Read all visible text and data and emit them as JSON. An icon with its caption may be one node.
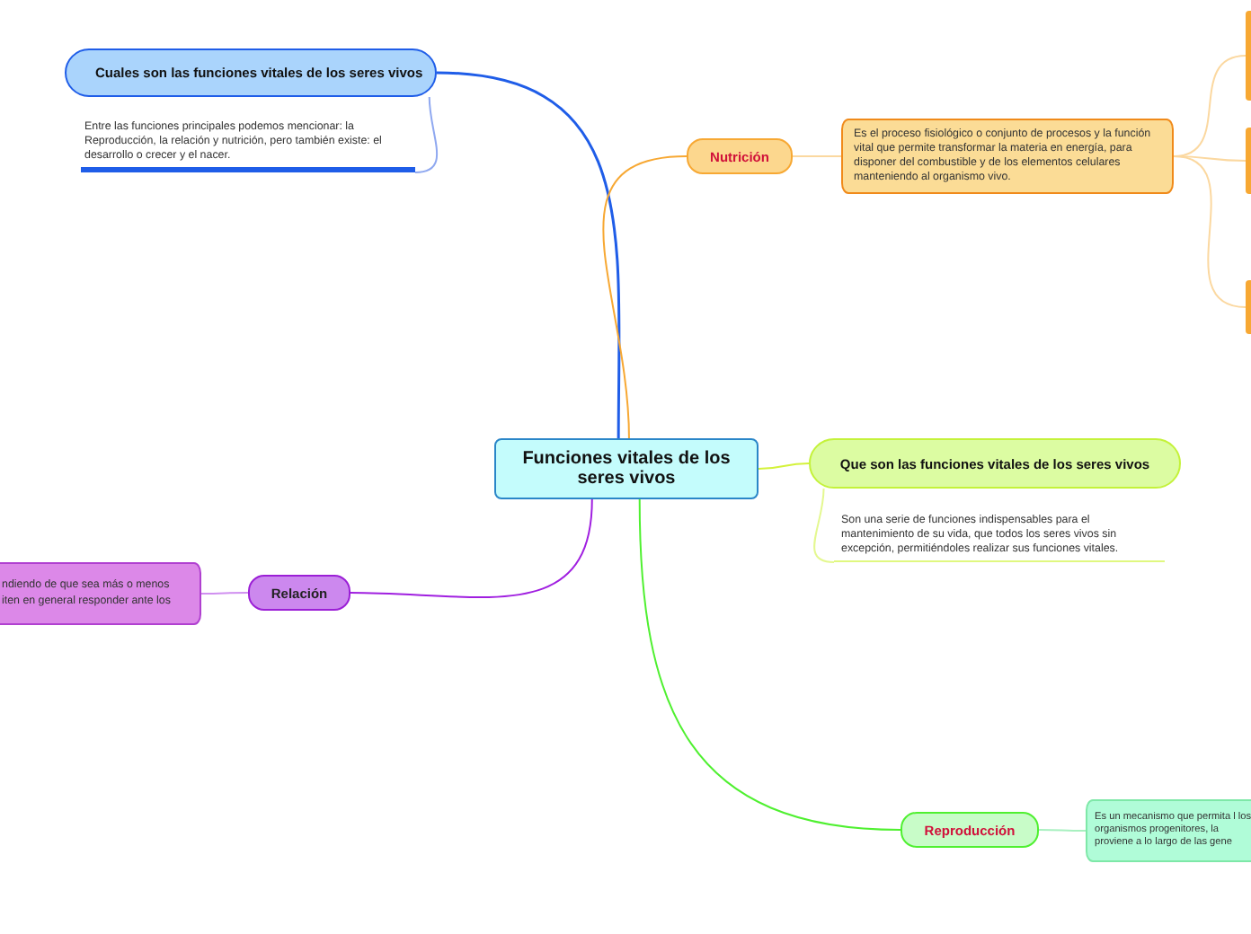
{
  "diagram": {
    "nodes": [
      {
        "text": [
          "Funciones vitales de los seres vivos"
        ]
      },
      {
        "text": [
          "Cuales son las funciones vitales de los seres vivos"
        ]
      },
      {
        "text": [
          "Entre las funciones principales podemos mencionar: la Reproducción, la relación y nutrición, pero también existe: el desarrollo o crecer y el nacer."
        ]
      },
      {
        "text": [
          "Nutrición"
        ]
      },
      {
        "text": [
          "Es el proceso fisiológico o conjunto de procesos y la función vital que permite transformar la materia en energía, para disponer del combustible y de los elementos celulares manteniendo al organismo vivo."
        ]
      },
      {
        "text": [],
        "shape": "bar"
      },
      {
        "text": [],
        "shape": "bar"
      },
      {
        "text": [],
        "shape": "bar"
      },
      {
        "text": [
          "Que son las funciones vitales de los seres vivos"
        ]
      },
      {
        "text": [
          "Son una serie de funciones indispensables para el mantenimiento de su vida, que todos los seres vivos sin excepción, permitiéndoles realizar sus funciones vitales."
        ]
      },
      {
        "text": [
          "Relación"
        ]
      },
      {
        "text": [
          "ndiendo de que sea más o menos iten en general responder ante los"
        ]
      },
      {
        "text": [
          "Reproducción"
        ]
      },
      {
        "text": [
          "Es un mecanismo que permita l los organismos progenitores, la proviene a lo largo de las gene"
        ]
      }
    ],
    "edges": [
      {
        "from": 0,
        "to": 1,
        "arrow": "none",
        "color": "#1f5de8"
      },
      {
        "from": 1,
        "to": 2,
        "arrow": "none",
        "color": "#8fa8f0"
      },
      {
        "from": 0,
        "to": 3,
        "arrow": "none",
        "color": "#f7a833"
      },
      {
        "from": 3,
        "to": 4,
        "arrow": "none",
        "color": "#fbd8a0"
      },
      {
        "from": 4,
        "to": 5,
        "arrow": "none",
        "color": "#fbd8a0"
      },
      {
        "from": 4,
        "to": 6,
        "arrow": "none",
        "color": "#fbd8a0"
      },
      {
        "from": 4,
        "to": 7,
        "arrow": "none",
        "color": "#fbd8a0"
      },
      {
        "from": 0,
        "to": 8,
        "arrow": "none",
        "color": "#d4f23a"
      },
      {
        "from": 8,
        "to": 9,
        "arrow": "none",
        "color": "#e4f890"
      },
      {
        "from": 0,
        "to": 10,
        "arrow": "none",
        "color": "#a01fe0"
      },
      {
        "from": 10,
        "to": 11,
        "arrow": "none",
        "color": "#d090f0"
      },
      {
        "from": 0,
        "to": 12,
        "arrow": "none",
        "color": "#4ff030"
      },
      {
        "from": 12,
        "to": 13,
        "arrow": "none",
        "color": "#a8f0c0"
      }
    ]
  }
}
